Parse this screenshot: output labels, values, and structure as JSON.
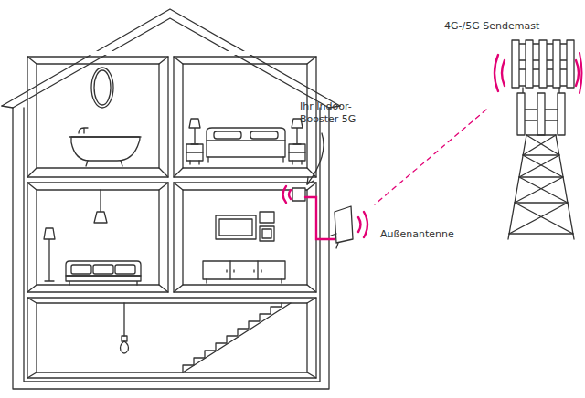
{
  "diagram": {
    "labels": [
      "4G-/5G Sendemast",
      "Ihr Indoor- Booster 5G",
      "Außenantenne"
    ]
  }
}
